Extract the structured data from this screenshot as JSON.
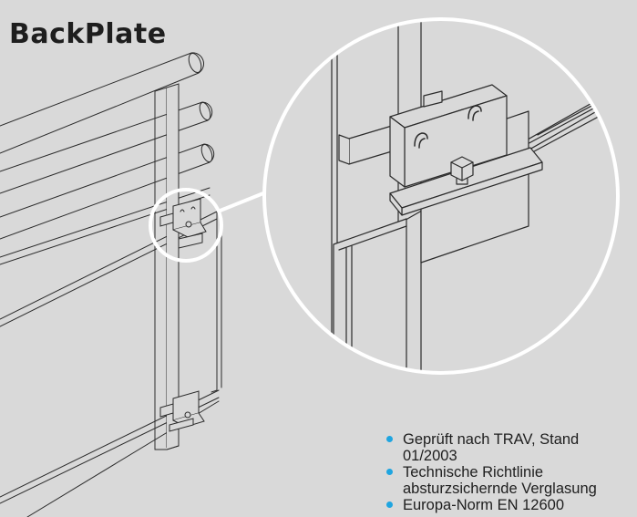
{
  "title": "BackPlate",
  "bullets": [
    "Geprüft nach TRAV, Stand 01/2003",
    "Technische Richtlinie absturzsichernde Verglasung",
    "Europa-Norm EN 12600"
  ],
  "colors": {
    "background": "#d9d9d9",
    "linework": "#2b2b2b",
    "bullet_accent": "#1fa5e0",
    "zoom_circle": "#ffffff"
  }
}
